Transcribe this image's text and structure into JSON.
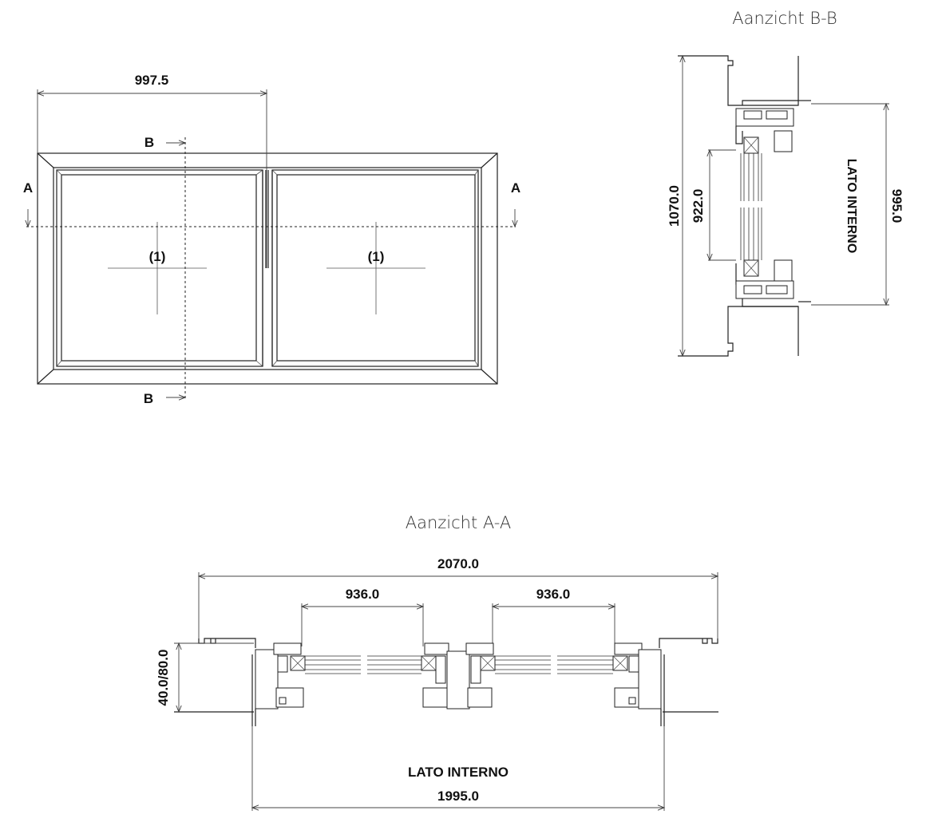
{
  "elevation": {
    "width_dim": "997.5",
    "section_b_label": "B",
    "section_a_label": "A",
    "panel_label": "(1)"
  },
  "section_bb": {
    "title": "Aanzicht B-B",
    "overall_height": "1070.0",
    "glass_height": "922.0",
    "inner_height": "995.0",
    "side_label": "LATO INTERNO"
  },
  "section_aa": {
    "title": "Aanzicht A-A",
    "overall_width": "2070.0",
    "glass_width_left": "936.0",
    "glass_width_right": "936.0",
    "depth": "40.0/80.0",
    "side_label": "LATO INTERNO",
    "inner_width": "1995.0"
  }
}
